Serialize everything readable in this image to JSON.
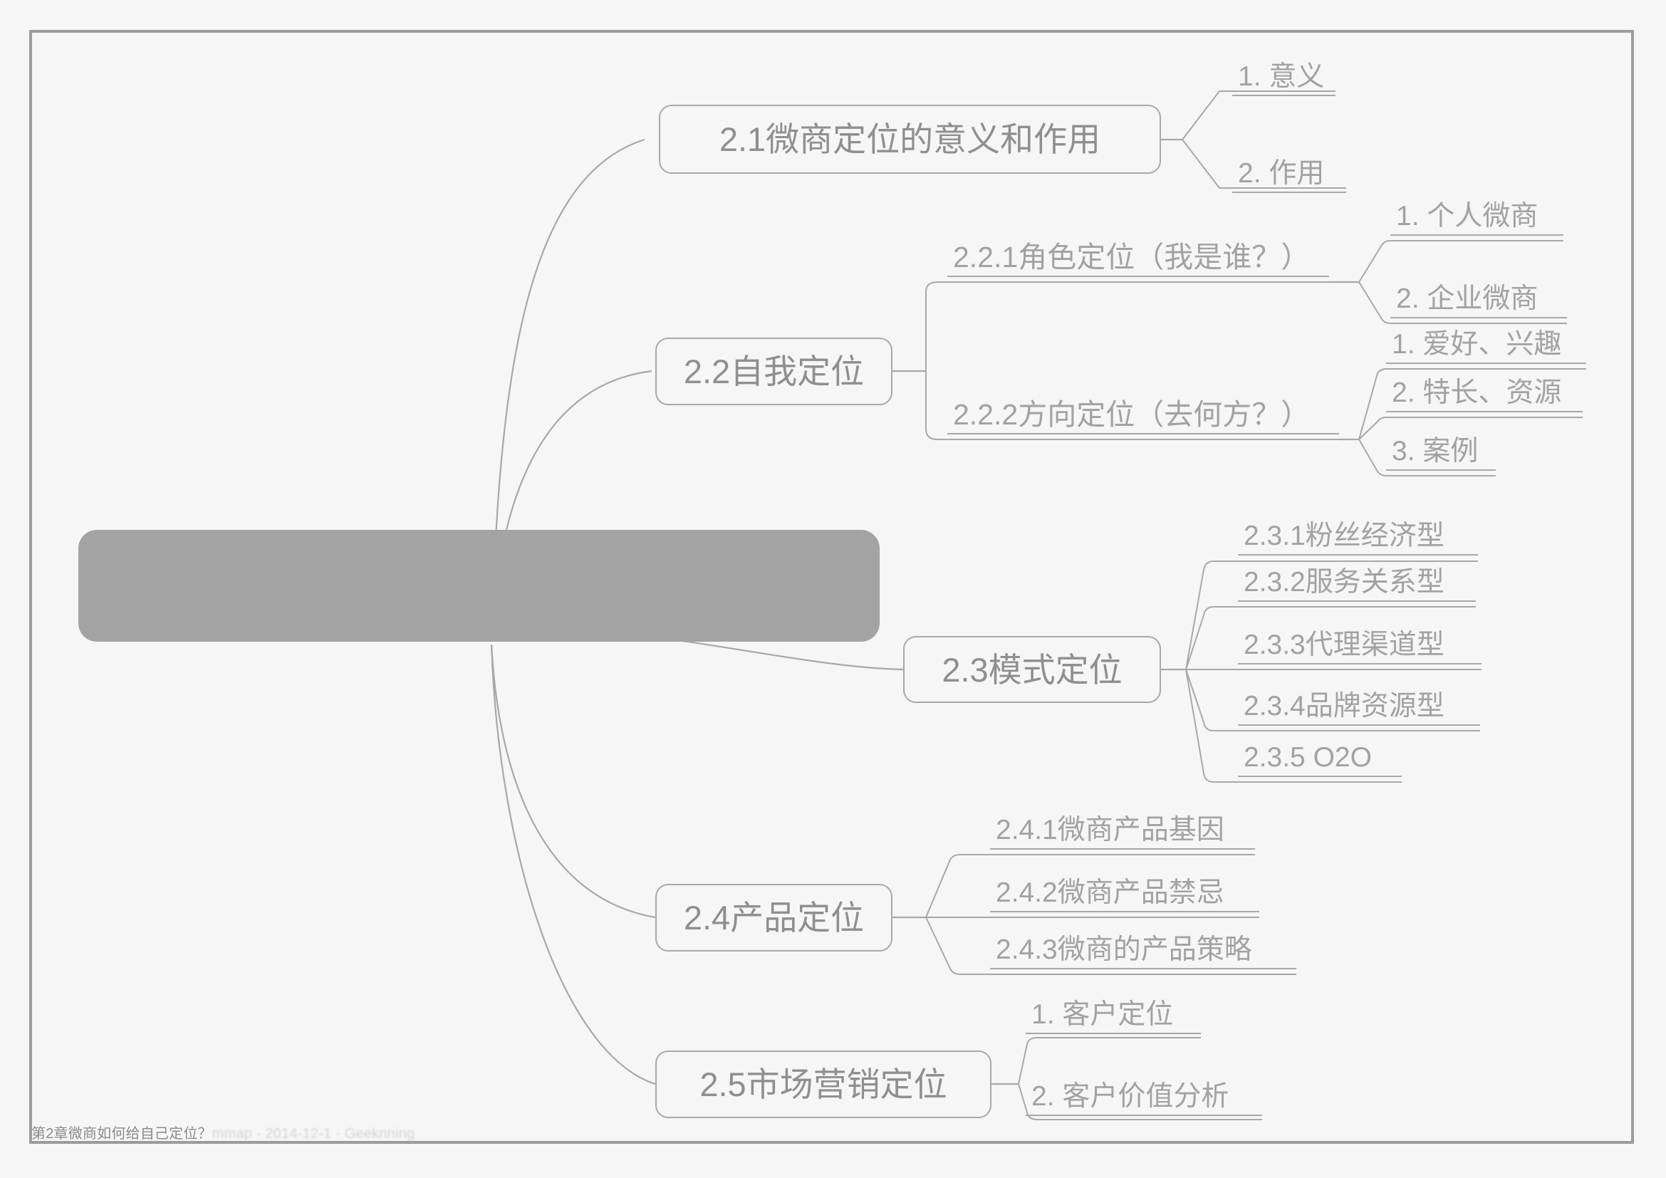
{
  "document": {
    "type": "mind-map",
    "footer_caption_visible": "第2章微商如何给自己定位？",
    "footer_caption_faded": "mmap - 2014-12-1 - Geeknning",
    "frame_color": "#9c9c9c",
    "line_color": "#a8a8a8",
    "text_color": "#8f8f8f",
    "background_color": "#f6f6f6",
    "root_fill_color": "#a3a3a3"
  },
  "root": {
    "label": "",
    "note": "redacted-filled-block"
  },
  "branches": [
    {
      "id": "b1",
      "label": "2.1微商定位的意义和作用",
      "children": [
        {
          "label": "1. 意义"
        },
        {
          "label": "2. 作用"
        }
      ]
    },
    {
      "id": "b2",
      "label": "2.2自我定位",
      "children": [
        {
          "label": "2.2.1角色定位（我是谁？）",
          "children": [
            {
              "label": "1. 个人微商"
            },
            {
              "label": "2. 企业微商"
            }
          ]
        },
        {
          "label": "2.2.2方向定位（去何方？）",
          "children": [
            {
              "label": "1. 爱好、兴趣"
            },
            {
              "label": "2. 特长、资源"
            },
            {
              "label": "3. 案例"
            }
          ]
        }
      ]
    },
    {
      "id": "b3",
      "label": "2.3模式定位",
      "children": [
        {
          "label": "2.3.1粉丝经济型"
        },
        {
          "label": "2.3.2服务关系型"
        },
        {
          "label": "2.3.3代理渠道型"
        },
        {
          "label": "2.3.4品牌资源型"
        },
        {
          "label": "2.3.5 O2O"
        }
      ]
    },
    {
      "id": "b4",
      "label": "2.4产品定位",
      "children": [
        {
          "label": "2.4.1微商产品基因"
        },
        {
          "label": "2.4.2微商产品禁忌"
        },
        {
          "label": "2.4.3微商的产品策略"
        }
      ]
    },
    {
      "id": "b5",
      "label": "2.5市场营销定位",
      "children": [
        {
          "label": "1. 客户定位"
        },
        {
          "label": "2. 客户价值分析"
        }
      ]
    }
  ]
}
